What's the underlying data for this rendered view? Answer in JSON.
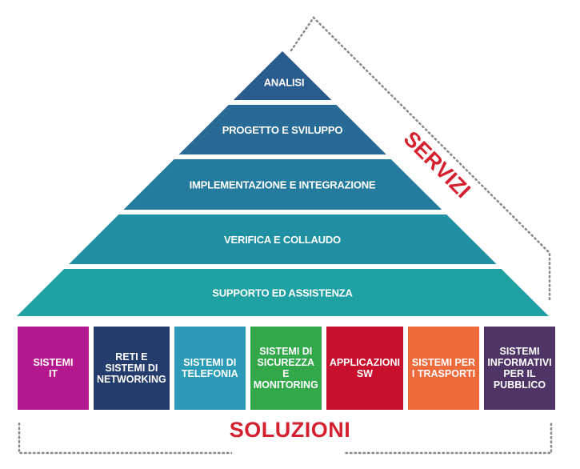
{
  "pyramid": {
    "tiers": [
      {
        "label": "ANALISI",
        "color": "#2a5b8e"
      },
      {
        "label": "PROGETTO E SVILUPPO",
        "color": "#276a96"
      },
      {
        "label": "IMPLEMENTAZIONE E INTEGRAZIONE",
        "color": "#247b9d"
      },
      {
        "label": "VERIFICA E COLLAUDO",
        "color": "#1f8fa2"
      },
      {
        "label": "SUPPORTO ED ASSISTENZA",
        "color": "#1fa1a4"
      }
    ]
  },
  "servizi": {
    "label": "SERVIZI",
    "color": "#d4202f"
  },
  "solutions": {
    "boxes": [
      {
        "label": "SISTEMI\nIT",
        "color": "#b5178e"
      },
      {
        "label": "RETI E\nSISTEMI DI\nNETWORKING",
        "color": "#243c6b"
      },
      {
        "label": "SISTEMI DI\nTELEFONIA",
        "color": "#2b9bb8"
      },
      {
        "label": "SISTEMI DI\nSICUREZZA E\nMONITORING",
        "color": "#33a84a"
      },
      {
        "label": "APPLICAZIONI\nSW",
        "color": "#c8102e"
      },
      {
        "label": "SISTEMI PER\nI TRASPORTI",
        "color": "#ee6a3a"
      },
      {
        "label": "SISTEMI\nINFORMATIVI\nPER IL\nPUBBLICO",
        "color": "#4e3566"
      }
    ]
  },
  "soluzioni": {
    "label": "SOLUZIONI",
    "color": "#d4202f"
  }
}
